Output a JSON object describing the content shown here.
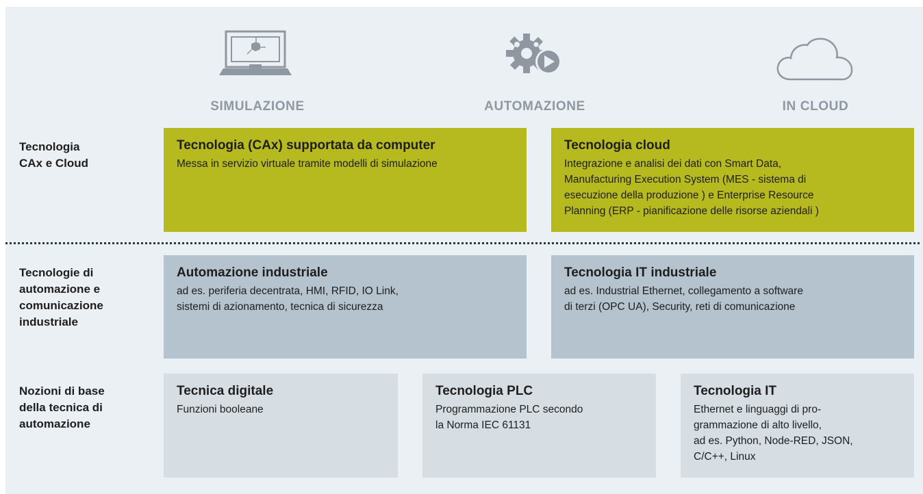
{
  "columns": {
    "simulazione": "SIMULAZIONE",
    "automazione": "AUTOMAZIONE",
    "cloud": "IN CLOUD"
  },
  "rows": {
    "cax_cloud": "Tecnologia\nCAx e Cloud",
    "automazione_comunicazione": "Tecnologie di\nautomazione e\ncomunicazione\nindustriale",
    "nozioni_base": "Nozioni di base\ndella tecnica di\nautomazione"
  },
  "boxes": {
    "cax": {
      "title": "Tecnologia (CAx) supportata da computer",
      "desc": "Messa in servizio virtuale tramite modelli di simulazione"
    },
    "cloud": {
      "title": "Tecnologia cloud",
      "desc": "Integrazione e analisi dei dati con Smart Data,\nManufacturing Execution System (MES - sistema di\nesecuzione della produzione ) e Enterprise Resource\nPlanning (ERP - pianificazione delle risorse aziendali )"
    },
    "automazione_industriale": {
      "title": "Automazione industriale",
      "desc": "ad es. periferia decentrata, HMI, RFID, IO Link,\nsistemi di azionamento, tecnica di sicurezza"
    },
    "it_industriale": {
      "title": "Tecnologia IT industriale",
      "desc": "ad es. Industrial Ethernet, collegamento a software\ndi terzi (OPC UA), Security, reti di comunicazione"
    },
    "tecnica_digitale": {
      "title": "Tecnica digitale",
      "desc": "Funzioni booleane"
    },
    "plc": {
      "title": "Tecnologia PLC",
      "desc": "Programmazione PLC secondo\nla Norma IEC 61131"
    },
    "it": {
      "title": "Tecnologia IT",
      "desc": "Ethernet e linguaggi di pro-\ngrammazione di alto livello,\nad es. Python, Node-RED, JSON,\nC/C++, Linux"
    }
  },
  "colors": {
    "background": "#ebf0f5",
    "green": "#b7ba1e",
    "steel": "#b4c3cd",
    "pale": "#d6dee4",
    "icon_gray": "#8f98a0"
  },
  "icons": [
    "computer-icon",
    "gear-play-icon",
    "cloud-icon"
  ]
}
